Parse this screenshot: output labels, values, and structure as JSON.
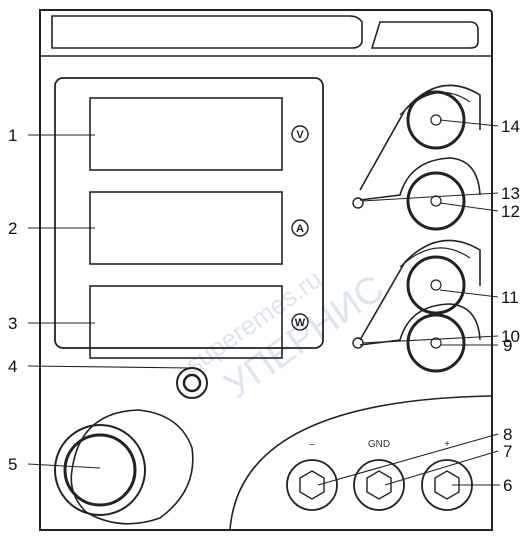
{
  "callouts": [
    "1",
    "2",
    "3",
    "4",
    "5",
    "6",
    "7",
    "8",
    "9",
    "10",
    "11",
    "12",
    "13",
    "14"
  ],
  "units": {
    "voltage": "V",
    "current": "A",
    "power": "W"
  },
  "jacks": {
    "minus": "–",
    "ground": "GND",
    "plus": "+"
  },
  "watermarks": [
    "superemes.ru",
    "УПЕРНИС"
  ]
}
